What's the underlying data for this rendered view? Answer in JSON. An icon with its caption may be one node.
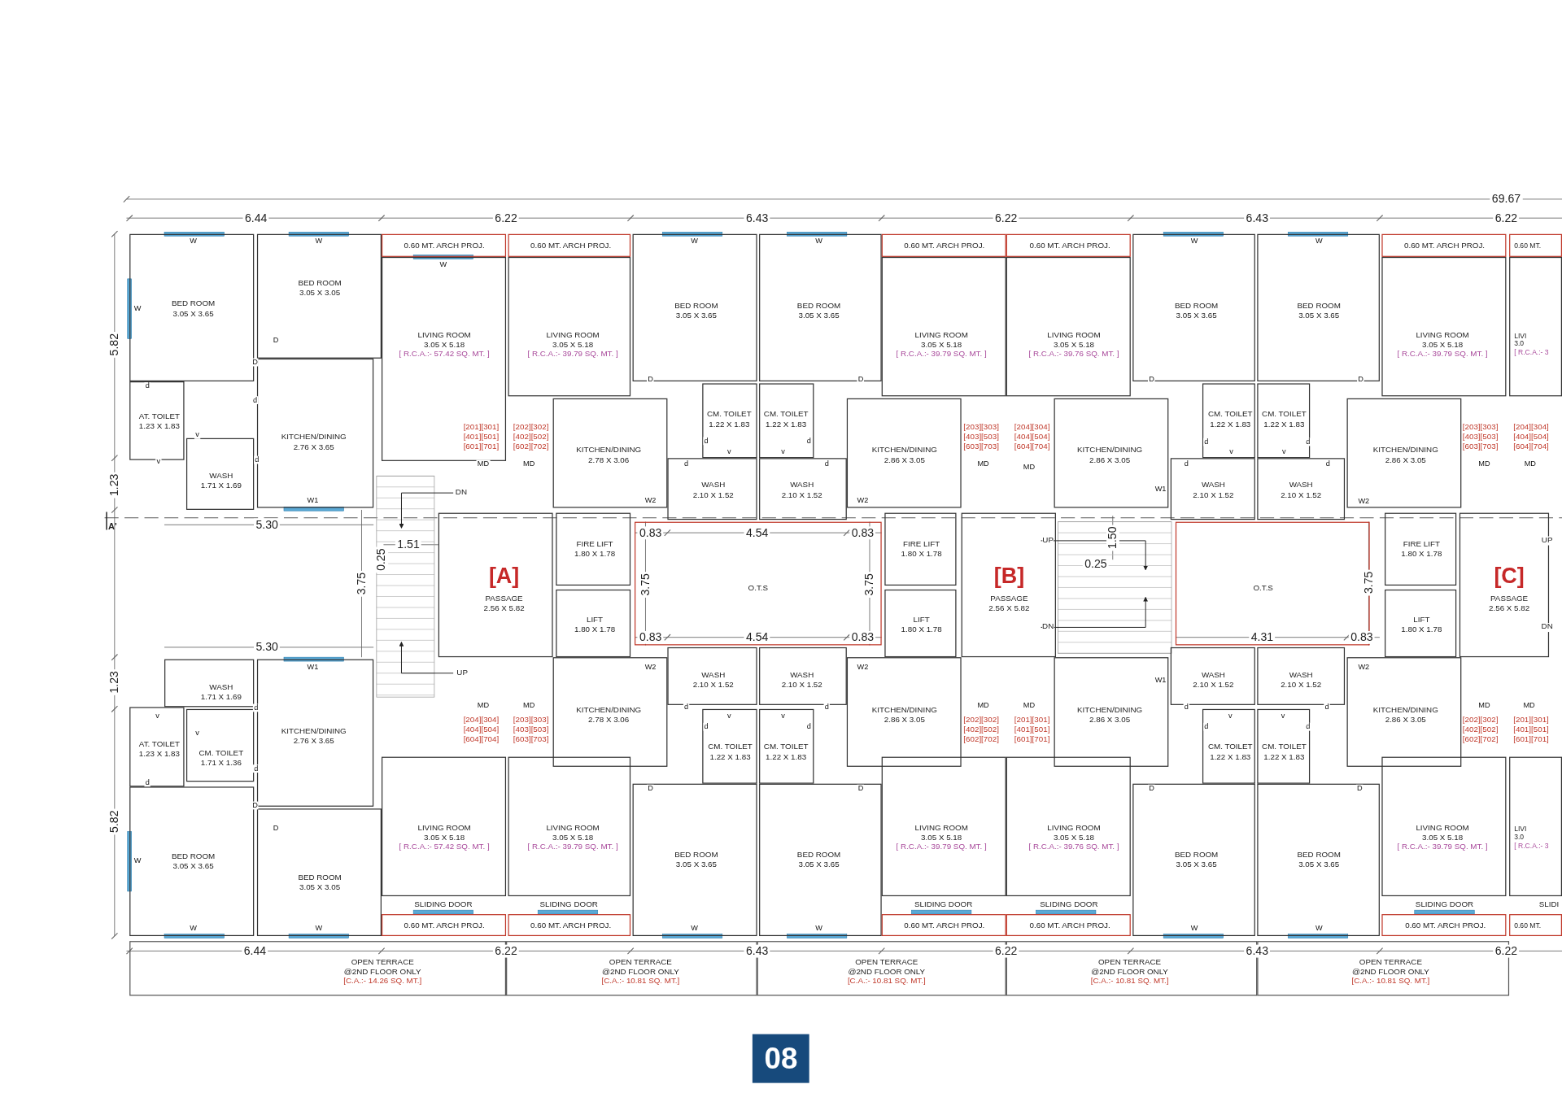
{
  "diagram": {
    "nodes": [
      {
        "text": [
          "BED ROOM",
          "3.05 X 3.65"
        ]
      },
      {
        "text": [
          "BED ROOM",
          "3.05 X 3.05"
        ]
      },
      {
        "text": [
          "0.60 MT. ARCH PROJ."
        ]
      },
      {
        "text": [
          "0.60 MT. ARCH PROJ."
        ]
      },
      {
        "text": [
          "BED ROOM",
          "3.05 X 3.65"
        ]
      },
      {
        "text": [
          "BED ROOM",
          "3.05 X 3.65"
        ]
      },
      {
        "text": [
          "0.60 MT. ARCH PROJ."
        ]
      },
      {
        "text": [
          "0.60 MT. ARCH PROJ."
        ]
      },
      {
        "text": [
          "BED ROOM",
          "3.05 X 3.65"
        ]
      },
      {
        "text": [
          "BED ROOM",
          "3.05 X 3.65"
        ]
      },
      {
        "text": [
          "0.60 MT. ARCH PROJ."
        ]
      },
      {
        "text": [
          "0.60 MT."
        ]
      },
      {
        "text": [
          "LIVING ROOM",
          "3.05 X 5.18",
          "[ R.C.A.:- 57.42 SQ. MT. ]"
        ]
      },
      {
        "text": [
          "LIVING ROOM",
          "3.05 X 5.18",
          "[ R.C.A.:- 39.79 SQ. MT. ]"
        ]
      },
      {
        "text": [
          "LIVING ROOM",
          "3.05 X 5.18",
          "[ R.C.A.:- 39.79 SQ. MT. ]"
        ]
      },
      {
        "text": [
          "LIVING ROOM",
          "3.05 X 5.18",
          "[ R.C.A.:- 39.76 SQ. MT. ]"
        ]
      },
      {
        "text": [
          "LIVING ROOM",
          "3.05 X 5.18",
          "[ R.C.A.:- 39.79 SQ. MT. ]"
        ]
      },
      {
        "text": [
          "LIVI",
          "3.0",
          "[ R.C.A.:- 3"
        ]
      },
      {
        "text": [
          "AT. TOILET",
          "1.23 X 1.83"
        ]
      },
      {
        "text": [
          "KITCHEN/DINING",
          "2.76 X 3.65"
        ]
      },
      {
        "text": [
          "WASH",
          "1.71 X 1.69"
        ]
      },
      {
        "text": [
          "KITCHEN/DINING",
          "2.78 X 3.06"
        ]
      },
      {
        "text": [
          "CM. TOILET",
          "1.22 X 1.83"
        ]
      },
      {
        "text": [
          "CM. TOILET",
          "1.22 X 1.83"
        ]
      },
      {
        "text": [
          "WASH",
          "2.10 X 1.52"
        ]
      },
      {
        "text": [
          "WASH",
          "2.10 X 1.52"
        ]
      },
      {
        "text": [
          "KITCHEN/DINING",
          "2.86 X 3.05"
        ]
      },
      {
        "text": [
          "KITCHEN/DINING",
          "2.86 X 3.05"
        ]
      },
      {
        "text": [
          "CM. TOILET",
          "1.22 X 1.83"
        ]
      },
      {
        "text": [
          "CM. TOILET",
          "1.22 X 1.83"
        ]
      },
      {
        "text": [
          "WASH",
          "2.10 X 1.52"
        ]
      },
      {
        "text": [
          "WASH",
          "2.10 X 1.52"
        ]
      },
      {
        "text": [
          "KITCHEN/DINING",
          "2.86 X 3.05"
        ]
      },
      {
        "text": [
          "[A]",
          "PASSAGE",
          "2.56 X 5.82"
        ]
      },
      {
        "text": [
          "FIRE LIFT",
          "1.80 X 1.78"
        ]
      },
      {
        "text": [
          "LIFT",
          "1.80 X 1.78"
        ]
      },
      {
        "text": [
          "O.T.S"
        ]
      },
      {
        "text": [
          "FIRE LIFT",
          "1.80 X 1.78"
        ]
      },
      {
        "text": [
          "LIFT",
          "1.80 X 1.78"
        ]
      },
      {
        "text": [
          "[B]",
          "PASSAGE",
          "2.56 X 5.82"
        ]
      },
      {
        "text": [
          "O.T.S"
        ]
      },
      {
        "text": [
          "FIRE LIFT",
          "1.80 X 1.78"
        ]
      },
      {
        "text": [
          "LIFT",
          "1.80 X 1.78"
        ]
      },
      {
        "text": [
          "[C]",
          "PASSAGE",
          "2.56 X 5.82"
        ]
      },
      {
        "text": [
          "WASH",
          "1.71 X 1.69"
        ]
      },
      {
        "text": [
          "KITCHEN/DINING",
          "2.76 X 3.65"
        ]
      },
      {
        "text": [
          "AT. TOILET",
          "1.23 X 1.83"
        ]
      },
      {
        "text": [
          "CM. TOILET",
          "1.71 X 1.36"
        ]
      },
      {
        "text": [
          "KITCHEN/DINING",
          "2.78 X 3.06"
        ]
      },
      {
        "text": [
          "WASH",
          "2.10 X 1.52"
        ]
      },
      {
        "text": [
          "WASH",
          "2.10 X 1.52"
        ]
      },
      {
        "text": [
          "CM. TOILET",
          "1.22 X 1.83"
        ]
      },
      {
        "text": [
          "CM. TOILET",
          "1.22 X 1.83"
        ]
      },
      {
        "text": [
          "KITCHEN/DINING",
          "2.86 X 3.05"
        ]
      },
      {
        "text": [
          "KITCHEN/DINING",
          "2.86 X 3.05"
        ]
      },
      {
        "text": [
          "WASH",
          "2.10 X 1.52"
        ]
      },
      {
        "text": [
          "WASH",
          "2.10 X 1.52"
        ]
      },
      {
        "text": [
          "CM. TOILET",
          "1.22 X 1.83"
        ]
      },
      {
        "text": [
          "CM. TOILET",
          "1.22 X 1.83"
        ]
      },
      {
        "text": [
          "KITCHEN/DINING",
          "2.86 X 3.05"
        ]
      },
      {
        "text": [
          "BED ROOM",
          "3.05 X 3.65"
        ]
      },
      {
        "text": [
          "BED ROOM",
          "3.05 X 3.05"
        ]
      },
      {
        "text": [
          "LIVING ROOM",
          "3.05 X 5.18",
          "[ R.C.A.:- 57.42 SQ. MT. ]"
        ]
      },
      {
        "text": [
          "LIVING ROOM",
          "3.05 X 5.18",
          "[ R.C.A.:- 39.79 SQ. MT. ]"
        ]
      },
      {
        "text": [
          "BED ROOM",
          "3.05 X 3.65"
        ]
      },
      {
        "text": [
          "BED ROOM",
          "3.05 X 3.65"
        ]
      },
      {
        "text": [
          "LIVING ROOM",
          "3.05 X 5.18",
          "[ R.C.A.:- 39.79 SQ. MT. ]"
        ]
      },
      {
        "text": [
          "LIVING ROOM",
          "3.05 X 5.18",
          "[ R.C.A.:- 39.76 SQ. MT. ]"
        ]
      },
      {
        "text": [
          "BED ROOM",
          "3.05 X 3.65"
        ]
      },
      {
        "text": [
          "BED ROOM",
          "3.05 X 3.65"
        ]
      },
      {
        "text": [
          "LIVING ROOM",
          "3.05 X 5.18",
          "[ R.C.A.:- 39.79 SQ. MT. ]"
        ]
      },
      {
        "text": [
          "LIVI",
          "3.0",
          "[ R.C.A.:- 3"
        ]
      },
      {
        "text": [
          "0.60 MT. ARCH PROJ."
        ]
      },
      {
        "text": [
          "0.60 MT. ARCH PROJ."
        ]
      },
      {
        "text": [
          "0.60 MT. ARCH PROJ."
        ]
      },
      {
        "text": [
          "0.60 MT. ARCH PROJ."
        ]
      },
      {
        "text": [
          "0.60 MT. ARCH PROJ."
        ]
      },
      {
        "text": [
          "0.60 MT."
        ]
      },
      {
        "text": [
          "OPEN TERRACE",
          "@2ND FLOOR ONLY",
          "[C.A.:- 14.26 SQ. MT.]"
        ]
      },
      {
        "text": [
          "OPEN TERRACE",
          "@2ND FLOOR ONLY",
          "[C.A.:- 10.81 SQ. MT.]"
        ]
      },
      {
        "text": [
          "OPEN TERRACE",
          "@2ND FLOOR ONLY",
          "[C.A.:- 10.81 SQ. MT.]"
        ]
      },
      {
        "text": [
          "OPEN TERRACE",
          "@2ND FLOOR ONLY",
          "[C.A.:- 10.81 SQ. MT.]"
        ]
      },
      {
        "text": [
          "OPEN TERRACE",
          "@2ND FLOOR ONLY",
          "[C.A.:- 10.81 SQ. MT.]"
        ]
      }
    ],
    "labels": [
      "69.67",
      "6.44",
      "6.22",
      "6.43",
      "6.22",
      "6.43",
      "6.22",
      "W",
      "W",
      "W",
      "W",
      "W",
      "W",
      "W",
      "W",
      "5.82",
      "D",
      "D",
      "D",
      "D",
      "D",
      "D",
      "d",
      "d",
      "[201][301] [401][501] [601][701]",
      "[202][302] [402][502] [602][702]",
      "[203][303] [403][503] [603][703]",
      "[204][304] [404][504] [604][704]",
      "[203][303] [403][503] [603][703]",
      "[204][304] [404][504] [604][704]",
      "v",
      "d",
      "d",
      "d",
      "d",
      "v",
      "v",
      "v",
      "v",
      "v",
      "d",
      "MD",
      "MD",
      "d",
      "d",
      "MD",
      "MD",
      "d",
      "d",
      "MD",
      "MD",
      "1.23",
      "W1",
      "DN",
      "W1",
      "W2",
      "W2",
      "W2",
      "A'",
      "5.30",
      "0.83",
      "4.54",
      "0.83",
      "1.50",
      "UP",
      "UP",
      "1.51",
      "0.25",
      "0.25",
      "3.75",
      "3.75",
      "3.75",
      "3.75",
      "DN",
      "DN",
      "0.83",
      "4.54",
      "0.83",
      "4.31",
      "0.83",
      "5.30",
      "W1",
      "W2",
      "W2",
      "W2",
      "UP",
      "W1",
      "1.23",
      "d",
      "MD",
      "MD",
      "d",
      "d",
      "MD",
      "MD",
      "d",
      "d",
      "MD",
      "MD",
      "v",
      "v",
      "v",
      "v",
      "v",
      "d",
      "d",
      "d",
      "d",
      "[204][304] [404][504] [604][704]",
      "[203][303] [403][503] [603][703]",
      "[202][302] [402][502] [602][702]",
      "[201][301] [401][501] [601][701]",
      "[202][302] [402][502] [602][702]",
      "[201][301] [401][501] [601][701]",
      "v",
      "d",
      "d",
      "D",
      "D",
      "D",
      "D",
      "D",
      "5.82",
      "D",
      "W",
      "SLIDING DOOR",
      "SLIDING DOOR",
      "SLIDING DOOR",
      "SLIDING DOOR",
      "SLIDING DOOR",
      "SLIDI",
      "W",
      "W",
      "W",
      "W",
      "W",
      "W",
      "6.44",
      "6.22",
      "6.43",
      "6.22",
      "6.43",
      "6.22",
      "08"
    ]
  }
}
